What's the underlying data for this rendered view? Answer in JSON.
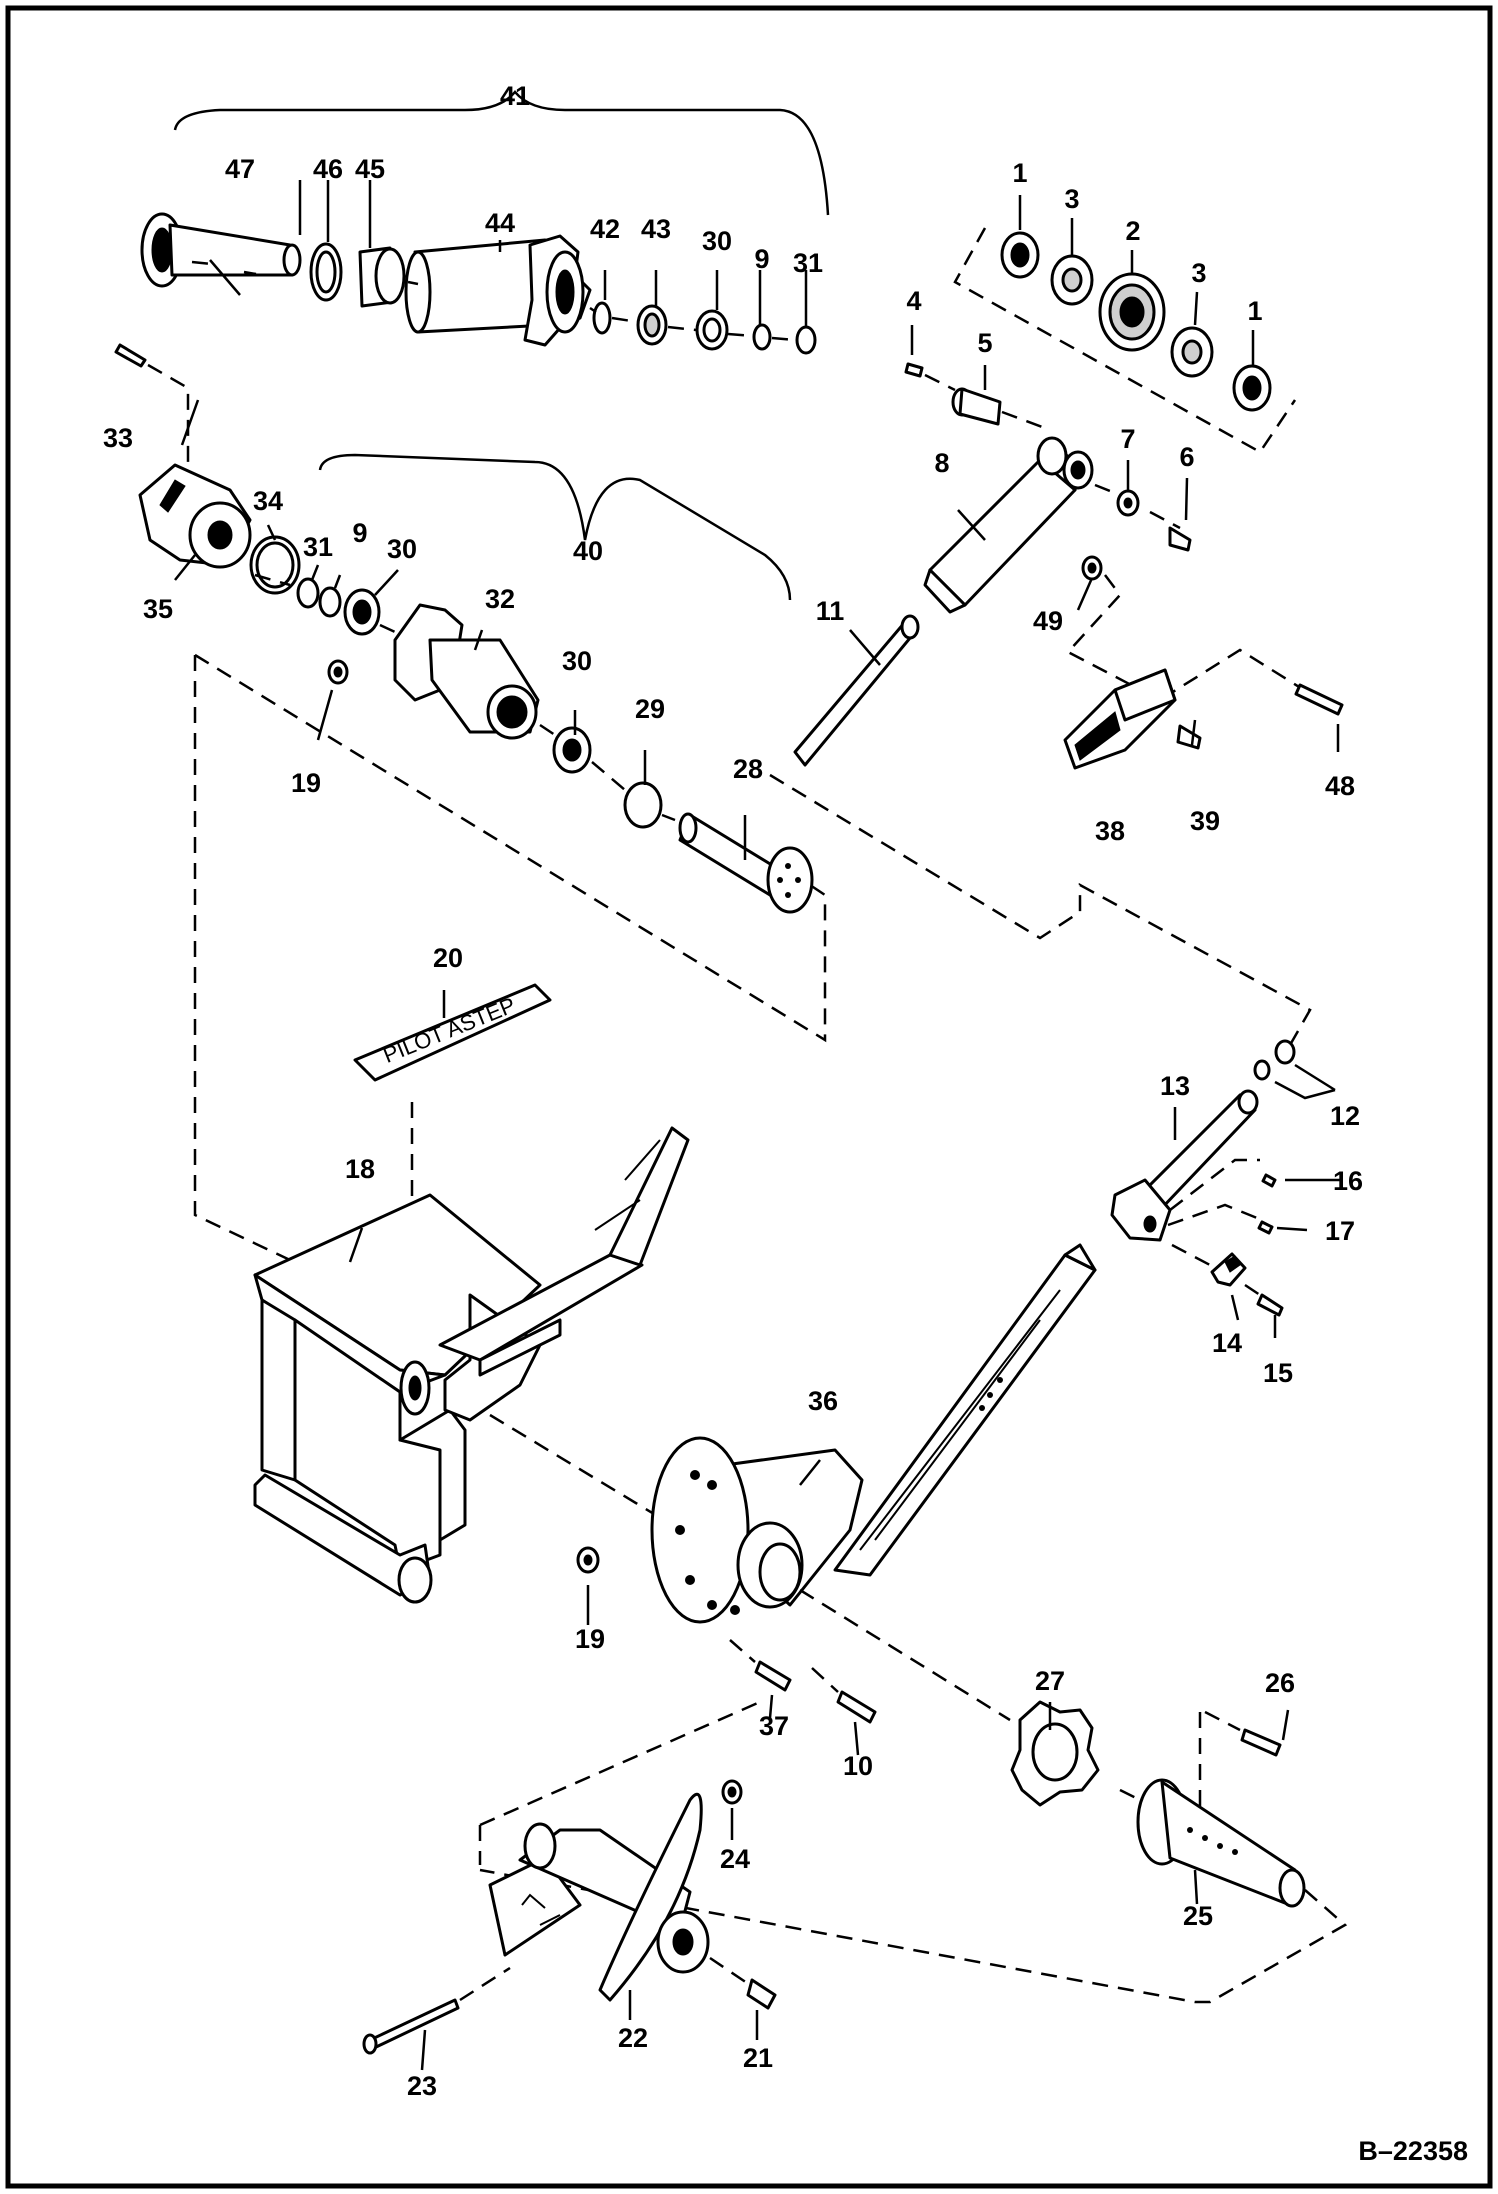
{
  "diagram": {
    "reference_code": "B–22358",
    "decal_text": "PILOT ASTEP",
    "callouts": {
      "c1a": "1",
      "c1b": "1",
      "c2": "2",
      "c3a": "3",
      "c3b": "3",
      "c4": "4",
      "c5": "5",
      "c6": "6",
      "c7": "7",
      "c8": "8",
      "c9a": "9",
      "c9b": "9",
      "c10": "10",
      "c11": "11",
      "c12": "12",
      "c13": "13",
      "c14": "14",
      "c15": "15",
      "c16": "16",
      "c17": "17",
      "c18": "18",
      "c19a": "19",
      "c19b": "19",
      "c20": "20",
      "c21": "21",
      "c22": "22",
      "c23": "23",
      "c24": "24",
      "c25": "25",
      "c26": "26",
      "c27": "27",
      "c28": "28",
      "c29": "29",
      "c30a": "30",
      "c30b": "30",
      "c30c": "30",
      "c31a": "31",
      "c31b": "31",
      "c32": "32",
      "c33": "33",
      "c34": "34",
      "c35": "35",
      "c36": "36",
      "c37": "37",
      "c38": "38",
      "c39": "39",
      "c40": "40",
      "c41": "41",
      "c42": "42",
      "c43": "43",
      "c44": "44",
      "c45": "45",
      "c46": "46",
      "c47": "47",
      "c48": "48",
      "c49": "49"
    }
  }
}
